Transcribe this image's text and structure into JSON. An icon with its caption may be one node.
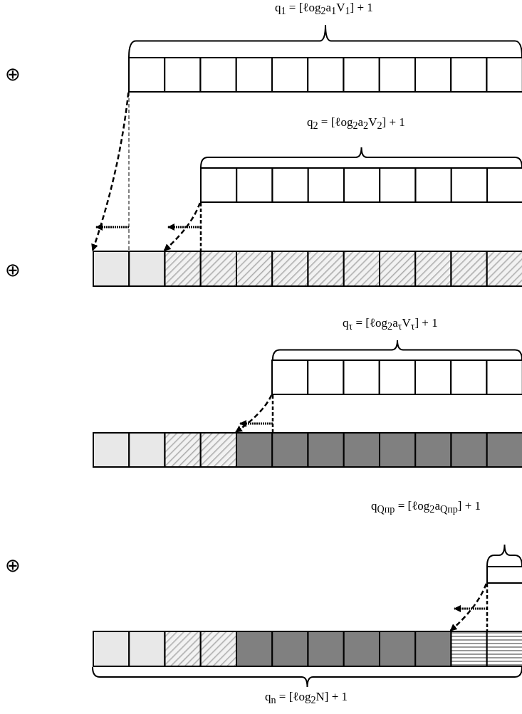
{
  "diagram": {
    "nodes": [
      {
        "text": [],
        "shape": "bar"
      },
      {
        "text": [],
        "shape": "bar"
      },
      {
        "text": [],
        "shape": "bar"
      },
      {
        "text": [],
        "shape": "bar"
      },
      {
        "text": [],
        "shape": "bar"
      },
      {
        "text": [],
        "shape": "bar"
      },
      {
        "text": [],
        "shape": "bar"
      }
    ],
    "edges": [
      {
        "from": 0,
        "to": 2,
        "arrow": "to",
        "style": "dashed"
      },
      {
        "from": 1,
        "to": 2,
        "arrow": "to",
        "style": "dashed"
      },
      {
        "from": 3,
        "to": 4,
        "arrow": "to",
        "style": "dashed"
      },
      {
        "from": 5,
        "to": 6,
        "arrow": "to",
        "style": "dashed"
      }
    ],
    "labels": [
      "q$_{1}$ = [ℓog$_{2}$a$_{1}$V$_{1}$] + 1",
      "⊕",
      "q$_{2}$ = [ℓog$_{2}$a$_{2}$V$_{2}$] + 1",
      "⊕",
      "q$_{τ}$ = [ℓog$_{2}$a$_{τ}$V$_{τ}$] + 1",
      "q$_{Qпр}$ = [ℓog$_{2}$a$_{Qпр}$] + 1",
      "⊕",
      "q$_{n}$ = [ℓog$_{2}$N] + 1"
    ]
  }
}
